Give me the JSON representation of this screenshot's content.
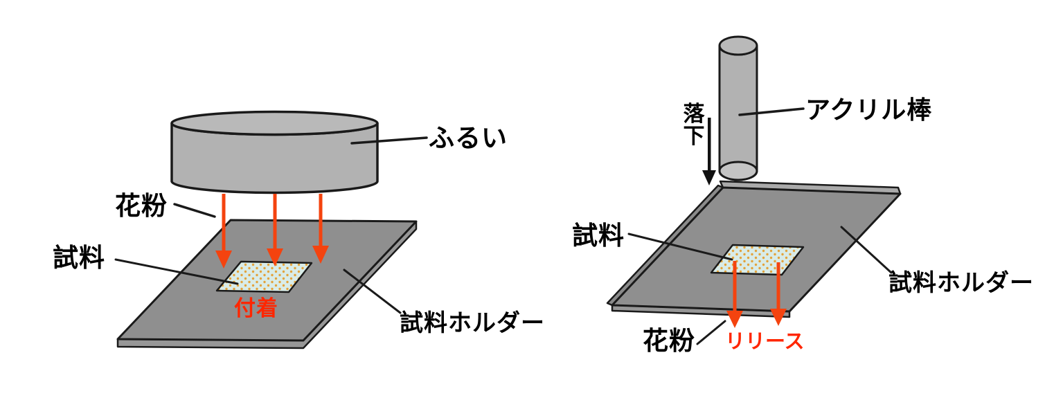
{
  "colors": {
    "arrow_red": "#f4430f",
    "text_red": "#ff2600",
    "text_black": "#000000",
    "metal_gray": "#b2b2b2",
    "plate_gray": "#8f8f8f",
    "plate_edge_light": "#aaaaaa",
    "plate_edge_dark": "#979797",
    "sample_fill": "#d9ece8",
    "sample_dot": "#e3a33c",
    "outline": "#1a1a1a"
  },
  "left_diagram": {
    "sieve_label": "ふるい",
    "pollen_label": "花粉",
    "sample_label": "試料",
    "holder_label": "試料ホルダー",
    "adhesion_label": "付着"
  },
  "right_diagram": {
    "drop_label": "落下",
    "rod_label": "アクリル棒",
    "sample_label": "試料",
    "holder_label": "試料ホルダー",
    "pollen_label": "花粉",
    "release_label": "リリース"
  }
}
